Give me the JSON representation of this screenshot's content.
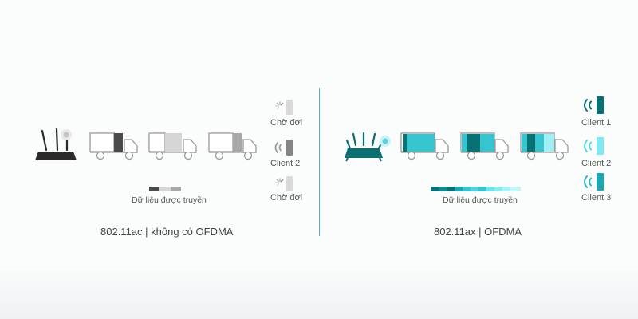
{
  "left": {
    "title": "802.11ac | không có OFDMA",
    "data_label": "Dữ liệu được truyền",
    "clients": [
      {
        "label": "Chờ đợi",
        "state": "waiting"
      },
      {
        "label": "Client 2",
        "state": "active"
      },
      {
        "label": "Chờ đợi",
        "state": "waiting"
      }
    ]
  },
  "right": {
    "title": "802.11ax | OFDMA",
    "data_label": "Dữ liệu được truyền",
    "clients": [
      {
        "label": "Client 1"
      },
      {
        "label": "Client 2"
      },
      {
        "label": "Client 3"
      }
    ]
  },
  "colors": {
    "dark_grey": "#4a4a4a",
    "mid_grey": "#a8a8a8",
    "light_grey": "#d6d6d6",
    "teal_dark": "#087173",
    "teal": "#36c4cf",
    "teal_light": "#9ff0f4",
    "divider": "#45b5c8"
  }
}
